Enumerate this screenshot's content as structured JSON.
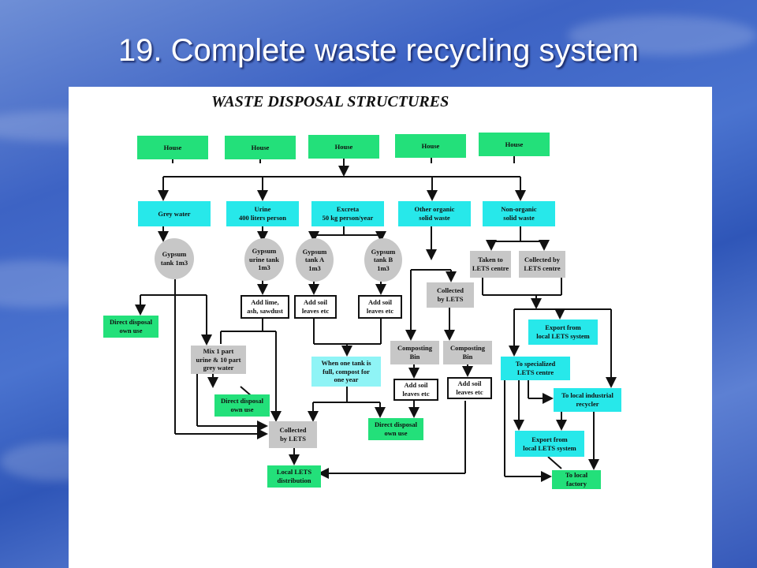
{
  "slide_title": "19. Complete waste recycling system",
  "diagram_title": "WASTE DISPOSAL STRUCTURES",
  "colors": {
    "house": "#23e07a",
    "stream": "#27e8ea",
    "process": "#c7c7c7",
    "export": "#27e8ea"
  },
  "nodes": {
    "house1": "House",
    "house2": "House",
    "house3": "House",
    "house4": "House",
    "house5": "House",
    "grey_water": "Grey water",
    "urine": "Urine\n400 liters person",
    "excreta": "Excreta\n50 kg person/year",
    "other_organic": "Other organic\nsolid waste",
    "non_organic": "Non-organic\nsolid waste",
    "gypsum_tank": "Gypsum\ntank 1m3",
    "gypsum_urine_tank": "Gypsum\nurine tank\n1m3",
    "gypsum_tank_a": "Gypsum\ntank A\n1m3",
    "gypsum_tank_b": "Gypsum\ntank B\n1m3",
    "taken_lets": "Taken to\nLETS centre",
    "collected_lets_centre": "Collected by\nLETS centre",
    "add_lime": "Add lime,\nash, sawdust",
    "add_soil_a": "Add soil\nleaves etc",
    "add_soil_b": "Add soil\nleaves etc",
    "collected_by_lets_top": "Collected\nby LETS",
    "direct_disposal_1": "Direct disposal\nown use",
    "mix": "Mix 1 part\nurine & 10 part\ngrey water",
    "when_full": "When one tank is\nfull, compost for\none year",
    "composting_bin_1": "Composting\nBin",
    "composting_bin_2": "Composting\nBin",
    "export_1": "Export from\nlocal LETS system",
    "to_specialized": "To specialized\nLETS centre",
    "add_soil_c": "Add soil\nleaves etc",
    "add_soil_d": "Add soil\nleaves etc",
    "direct_disposal_2": "Direct disposal\nown use",
    "to_industrial": "To local industrial\nrecycler",
    "collected_by_lets_mid": "Collected\nby LETS",
    "direct_disposal_3": "Direct disposal\nown use",
    "export_2": "Export from\nlocal LETS system",
    "local_distribution": "Local LETS\ndistribution",
    "to_factory": "To local\nfactory"
  }
}
